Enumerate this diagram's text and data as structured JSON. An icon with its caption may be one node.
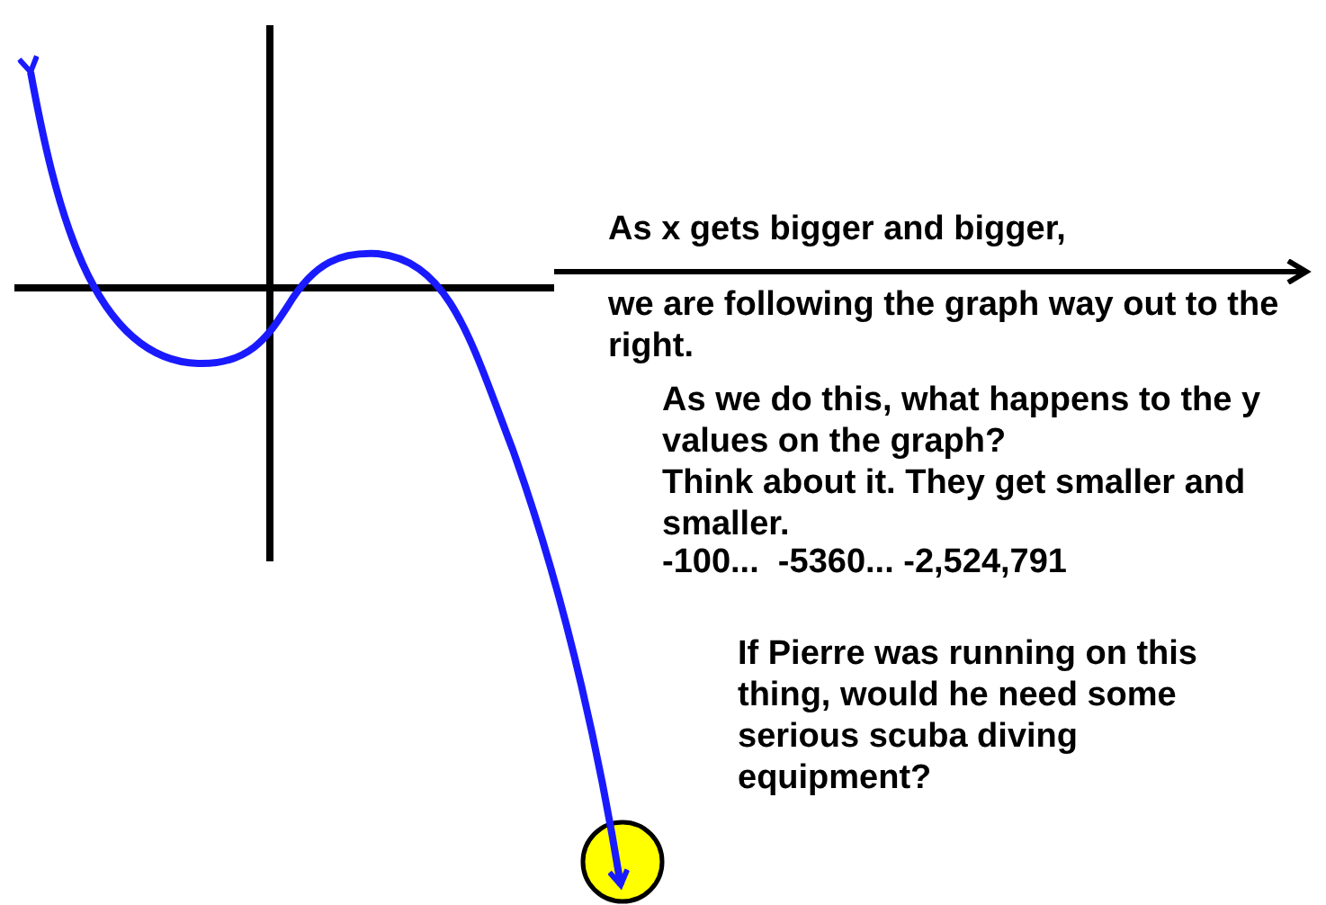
{
  "diagram": {
    "labels": [
      "As x gets bigger and bigger,",
      "we are following the graph way out to the right.",
      "As we do this, what happens to the y values on the graph?",
      "Think about it.  They get smaller and smaller.",
      "-100...  -5360... -2,524,791",
      "If Pierre was running on this thing, would he need some serious scuba diving equipment?"
    ]
  }
}
